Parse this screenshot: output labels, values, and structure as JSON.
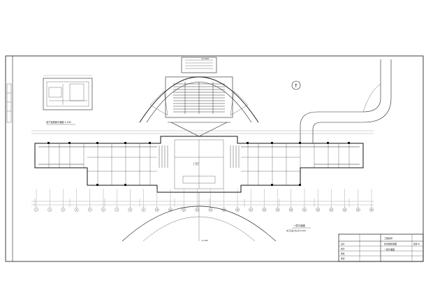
{
  "drawing": {
    "detail_caption": "地下室局部平面图 1:100",
    "plan_caption": "一层平面图",
    "plan_scale_note": "本工程设计标高±0.000",
    "hall_label": "门厅",
    "elev_top": "±0.000",
    "elev_bottom": "-0.450",
    "north_symbol": "↑",
    "grid_axis_labels": [
      "1",
      "2",
      "3",
      "4",
      "5",
      "6",
      "7",
      "8",
      "9",
      "10",
      "11",
      "12",
      "13",
      "14",
      "15",
      "16",
      "17",
      "18",
      "19",
      "20",
      "21",
      "22",
      "23",
      "24",
      "25",
      "26"
    ]
  },
  "title_block": {
    "project": "工程名称",
    "drawing_name": "综合楼建施图",
    "sheet_title": "一层平面图",
    "rows": [
      "设计",
      "校对",
      "审核",
      "审定"
    ],
    "sheet_no": "建施-03"
  }
}
